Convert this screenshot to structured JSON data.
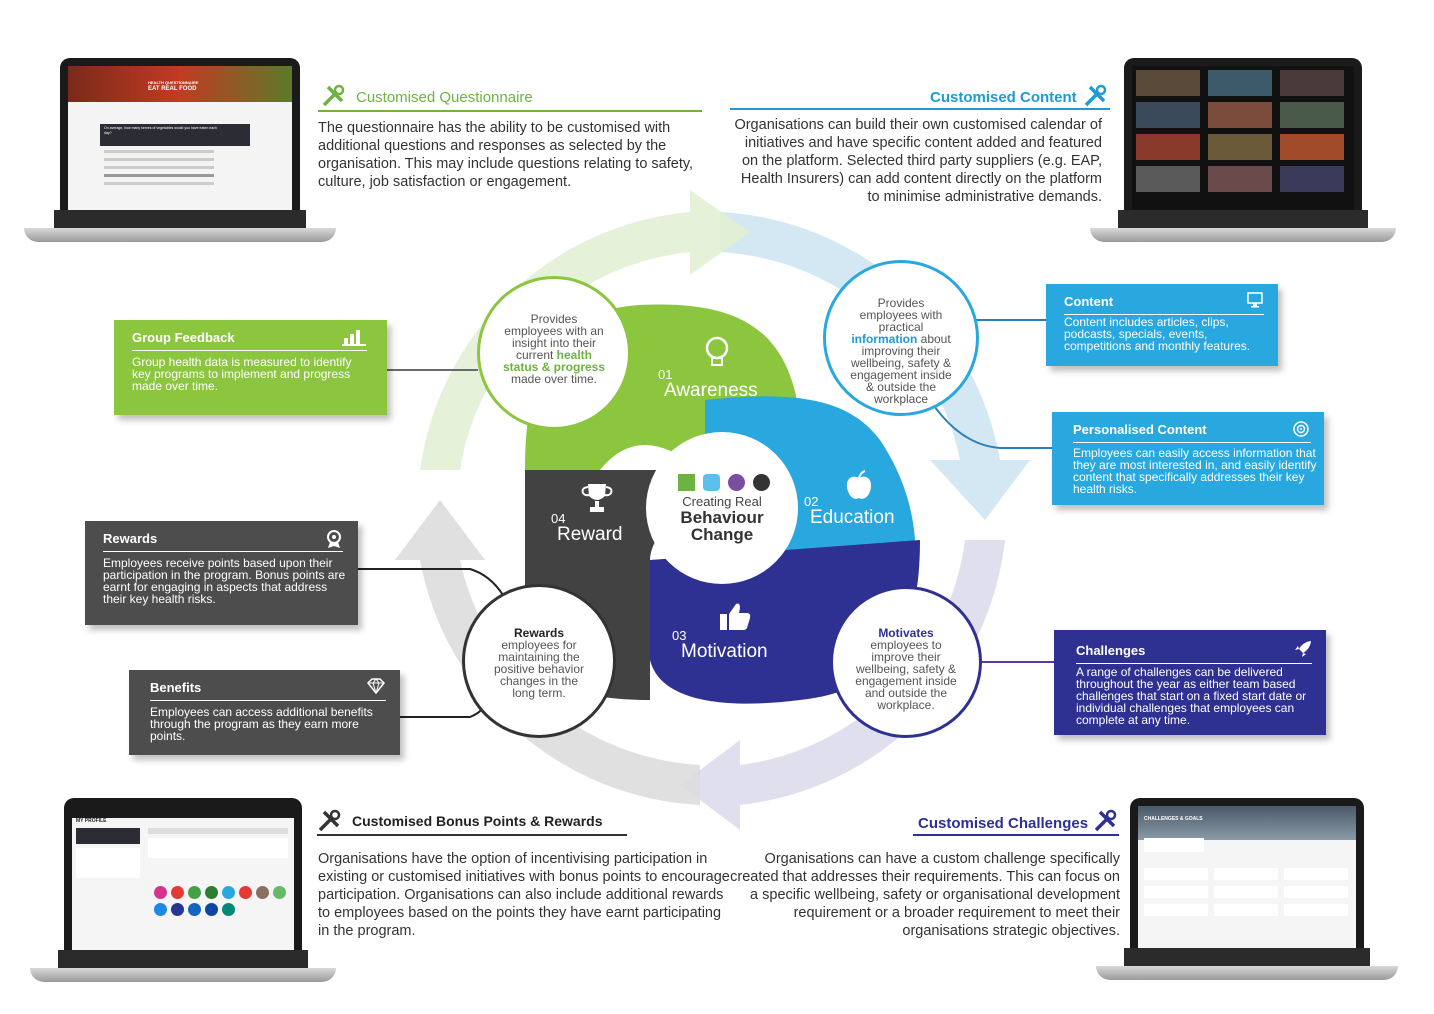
{
  "questionnaire": {
    "title": "Customised Questionnaire",
    "body": "The questionnaire has the ability to be customised with additional questions and responses as selected by the organisation. This may include questions relating to safety, culture, job satisfaction or engagement.",
    "screen_header": "HEALTH QUESTIONNAIRE",
    "screen_title": "EAT REAL FOOD",
    "screen_question": "On average, how many serves of vegetables would you have eaten each day?"
  },
  "content_section": {
    "title": "Customised Content",
    "body": "Organisations can build their own customised calendar of initiatives and have specific content added and featured on the platform.  Selected third party suppliers (e.g. EAP, Health Insurers) can add content directly on the platform to minimise administrative demands."
  },
  "bonus": {
    "title": "Customised Bonus Points & Rewards",
    "body": "Organisations have the option of incentivising participation in existing or customised initiatives with bonus points to encourage participation. Organisations can also include additional rewards to employees based on the points they have earnt participating in the program.",
    "screen_title": "MY PROFILE"
  },
  "challenges_section": {
    "title": "Customised Challenges",
    "body": "Organisations can have a custom challenge specifically created that addresses their requirements. This can focus on a specific wellbeing, safety or organisational development requirement or a broader requirement to meet their organisations strategic objectives.",
    "screen_title": "CHALLENGES & GOALS"
  },
  "center": {
    "line1": "Creating Real",
    "line2": "Behaviour",
    "line3": "Change"
  },
  "quadrants": {
    "awareness": {
      "num": "01",
      "name": "Awareness"
    },
    "education": {
      "num": "02",
      "name": "Education"
    },
    "motivation": {
      "num": "03",
      "name": "Motivation"
    },
    "reward": {
      "num": "04",
      "name": "Reward"
    }
  },
  "circles": {
    "awareness": {
      "pre": "Provides employees with an insight into their current ",
      "hl": "health status & progress",
      "post": " made over time."
    },
    "education": {
      "pre": "Provides employees with practical ",
      "hl": "information",
      "post": " about improving their wellbeing, safety & engagement inside & outside the workplace"
    },
    "motivation": {
      "hl": "Motivates",
      "post": " employees to improve their wellbeing, safety & engagement inside and outside the workplace."
    },
    "reward": {
      "hl": "Rewards",
      "post": " employees for maintaining the positive behavior changes in the long term."
    }
  },
  "boxes": {
    "group_feedback": {
      "title": "Group Feedback",
      "body": "Group health data is measured to identify key programs to implement and progress made over time.",
      "icon": "bar-chart-icon",
      "color": "#8cc63f"
    },
    "rewards": {
      "title": "Rewards",
      "body": "Employees receive points based upon their participation in the program. Bonus points are earnt for engaging in aspects that address their key health risks.",
      "icon": "medal-icon",
      "color": "#4d4d4d"
    },
    "benefits": {
      "title": "Benefits",
      "body": "Employees can access additional benefits through the program as they earn more points.",
      "icon": "diamond-icon",
      "color": "#4d4d4d"
    },
    "content": {
      "title": "Content",
      "body": "Content includes articles, clips, podcasts, specials, events, competitions and monthly features.",
      "icon": "monitor-icon",
      "color": "#29a8e0"
    },
    "personalised": {
      "title": "Personalised Content",
      "body": "Employees can easily access information that they are most interested in, and easily identify content that specifically addresses their key health risks.",
      "icon": "target-icon",
      "color": "#29a8e0"
    },
    "challenges": {
      "title": "Challenges",
      "body": "A range of challenges can be delivered throughout the year as either team based challenges that start on a fixed start date or individual challenges that employees can complete at any time.",
      "icon": "rocket-icon",
      "color": "#2e3192"
    }
  },
  "colors": {
    "green": "#8cc63f",
    "blue": "#29a8e0",
    "navy": "#2e3192",
    "dark": "#4d4d4d"
  }
}
